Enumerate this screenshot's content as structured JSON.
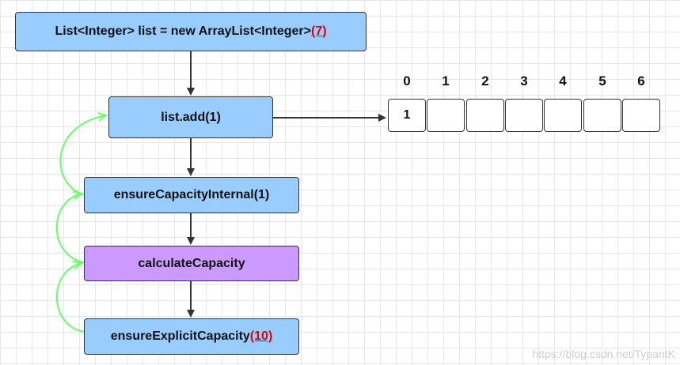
{
  "nodes": {
    "declaration": {
      "text": "List<Integer> list = new ArrayList<Integer>",
      "highlight": "(7)"
    },
    "add": {
      "text": "list.add(1)"
    },
    "ensure_internal": {
      "text": "ensureCapacityInternal(1)"
    },
    "calculate": {
      "text": "calculateCapacity"
    },
    "ensure_explicit": {
      "text": "ensureExplicitCapacity",
      "highlight": "(10)"
    }
  },
  "array": {
    "indices": [
      "0",
      "1",
      "2",
      "3",
      "4",
      "5",
      "6"
    ],
    "cells": [
      "1",
      "",
      "",
      "",
      "",
      "",
      ""
    ]
  },
  "colors": {
    "node_blue": "#99ccff",
    "node_purple": "#cc99ff",
    "highlight_red": "#e00000",
    "return_arrow_green": "#66ff66",
    "flow_arrow": "#333333"
  },
  "watermark": "https://blog.csdn.net/TypantK"
}
